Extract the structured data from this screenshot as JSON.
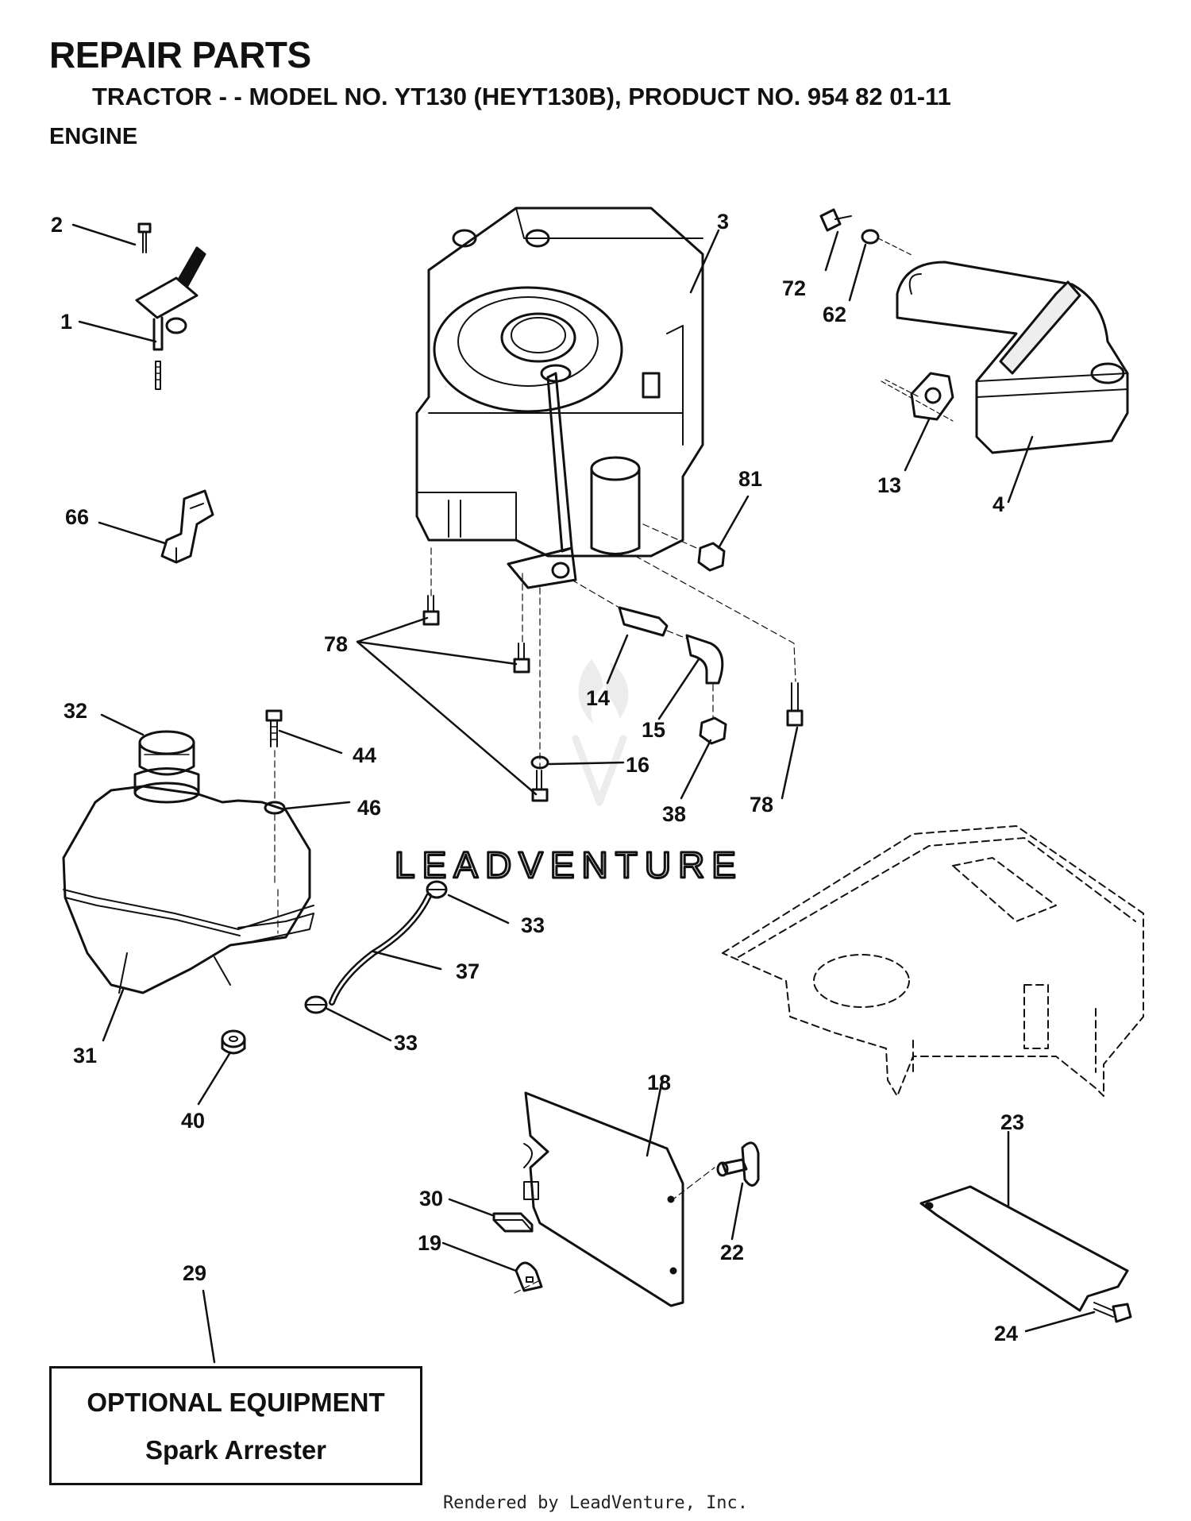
{
  "header": {
    "title": "REPAIR PARTS",
    "subtitle": "TRACTOR - - MODEL NO. YT130 (HEYT130B), PRODUCT NO. 954 82  01-11",
    "section": "ENGINE"
  },
  "callouts": [
    "1",
    "2",
    "3",
    "4",
    "13",
    "14",
    "15",
    "16",
    "18",
    "19",
    "22",
    "23",
    "24",
    "29",
    "30",
    "31",
    "32",
    "33",
    "33",
    "37",
    "38",
    "40",
    "44",
    "46",
    "62",
    "66",
    "72",
    "78",
    "78",
    "81"
  ],
  "watermark": "LEADVENTURE",
  "optional_box": {
    "title": "OPTIONAL EQUIPMENT",
    "item": "Spark Arrester"
  },
  "footer": "Rendered by LeadVenture, Inc."
}
